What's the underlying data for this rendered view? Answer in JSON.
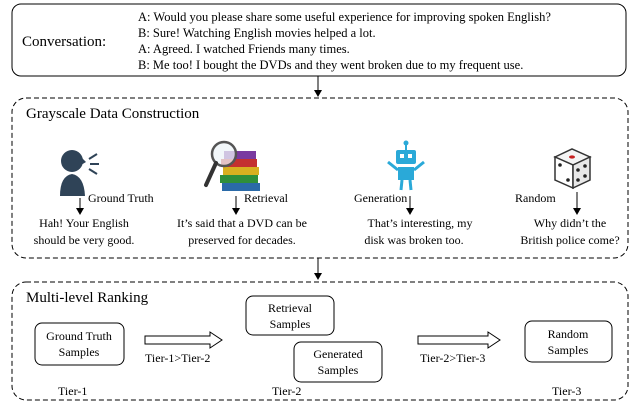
{
  "conversation": {
    "label": "Conversation:",
    "lines": [
      "A: Would you please share some useful experience for improving spoken English?",
      "B: Sure! Watching English movies helped a lot.",
      "A: Agreed. I watched Friends many times.",
      "B: Me too! I bought the DVDs and they went broken due to my frequent use."
    ]
  },
  "construction": {
    "title": "Grayscale Data Construction",
    "sources": [
      {
        "label": "Ground Truth",
        "icon": "speaking-person-icon",
        "text": [
          "Hah! Your English",
          "should be very good."
        ]
      },
      {
        "label": "Retrieval",
        "icon": "books-magnifier-icon",
        "text": [
          "It’s said that a DVD can be",
          "preserved for decades."
        ]
      },
      {
        "label": "Generation",
        "icon": "robot-icon",
        "text": [
          "That’s interesting, my",
          "disk was broken too."
        ]
      },
      {
        "label": "Random",
        "icon": "dice-icon",
        "text": [
          "Why didn’t the",
          "British police come?"
        ]
      }
    ]
  },
  "ranking": {
    "title": "Multi-level Ranking",
    "boxes": {
      "ground_truth": [
        "Ground Truth",
        "Samples"
      ],
      "retrieval": [
        "Retrieval",
        "Samples"
      ],
      "generated": [
        "Generated",
        "Samples"
      ],
      "random": [
        "Random",
        "Samples"
      ]
    },
    "relations": [
      "Tier-1>Tier-2",
      "Tier-2>Tier-3"
    ],
    "tiers": [
      "Tier-1",
      "Tier-2",
      "Tier-3"
    ]
  }
}
